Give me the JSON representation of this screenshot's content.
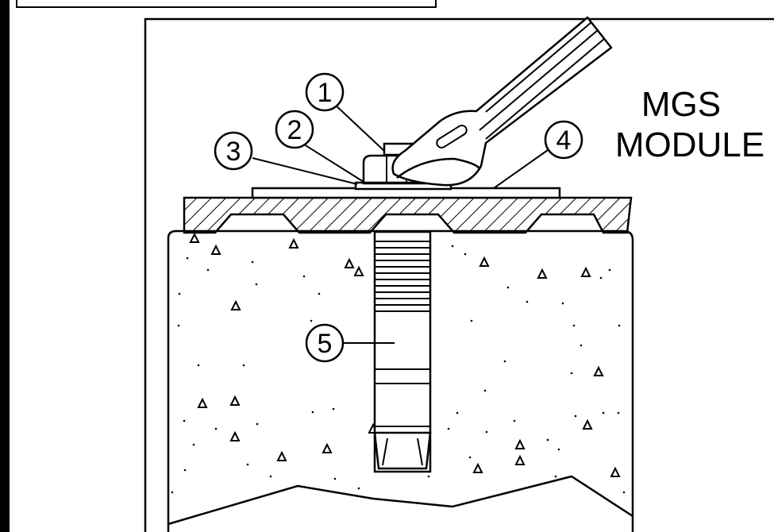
{
  "title": {
    "line1": "MGS",
    "line2": "MODULE"
  },
  "callouts": [
    {
      "number": "1"
    },
    {
      "number": "2"
    },
    {
      "number": "3"
    },
    {
      "number": "4"
    },
    {
      "number": "5"
    }
  ],
  "colors": {
    "ink": "#000000",
    "background": "#ffffff"
  }
}
